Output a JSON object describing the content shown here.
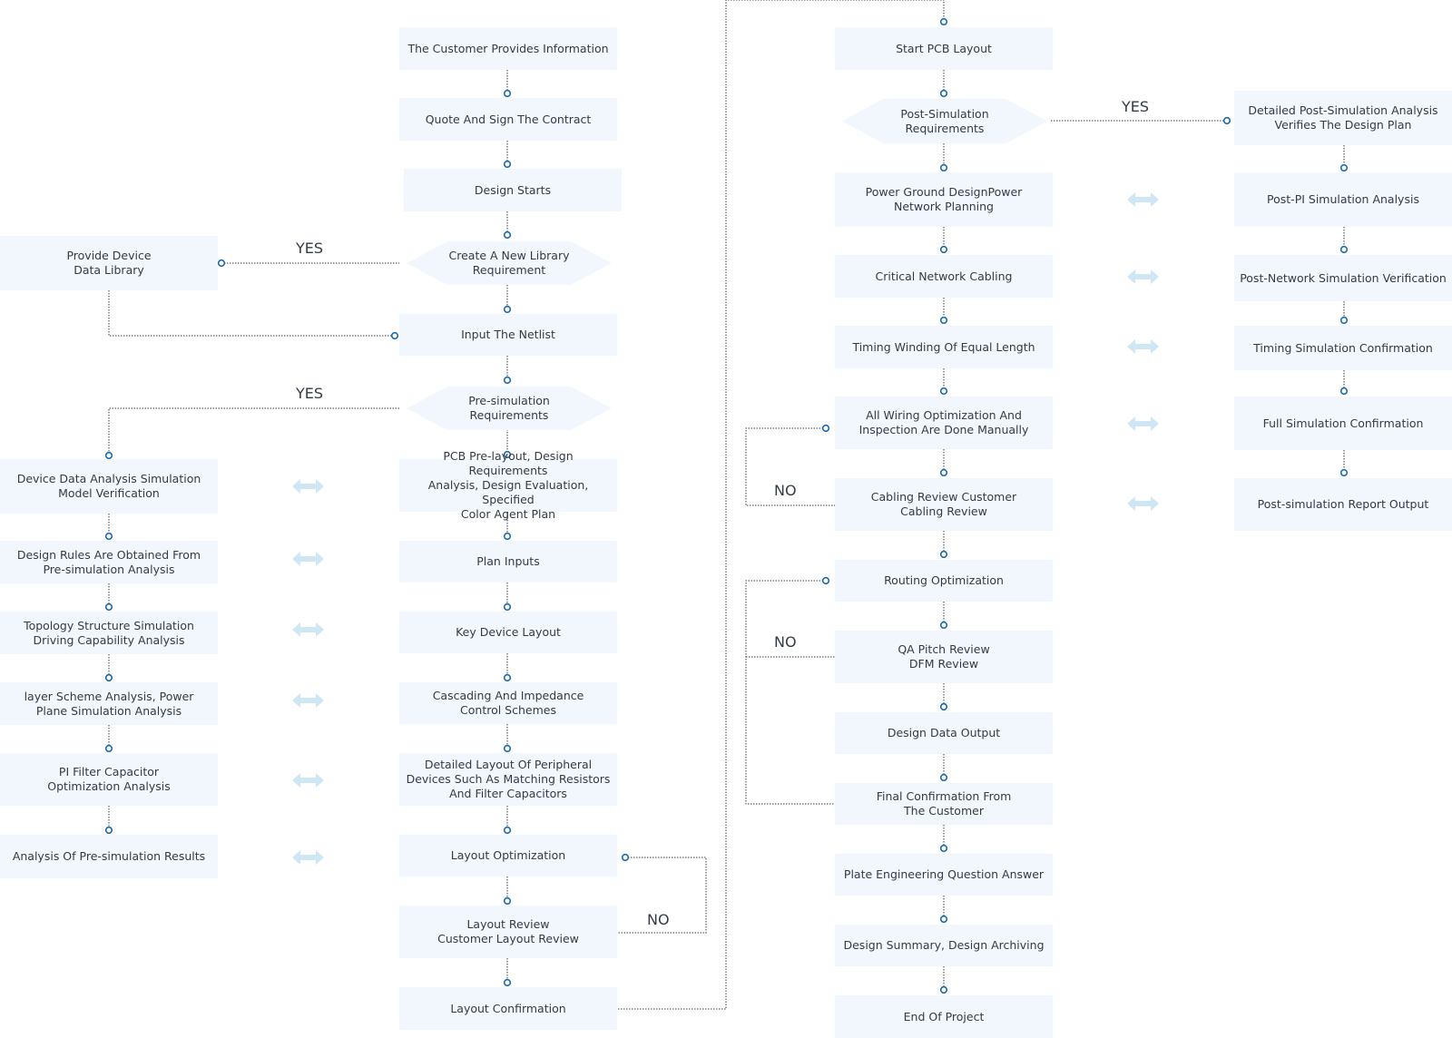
{
  "nodes": {
    "customer_info": "The Customer Provides Information",
    "quote": "Quote And Sign The Contract",
    "design_starts": "Design Starts",
    "new_library": "Create A New Library\nRequirement",
    "provide_library": "Provide Device\nData Library",
    "netlist": "Input The Netlist",
    "presim_req": "Pre-simulation\nRequirements",
    "prelayout": "PCB Pre-layout, Design Requirements\nAnalysis, Design Evaluation, Specified\nColor Agent Plan",
    "plan_inputs": "Plan Inputs",
    "key_device": "Key Device Layout",
    "cascading": "Cascading And Impedance\nControl Schemes",
    "peripheral": "Detailed Layout Of Peripheral\nDevices Such As Matching Resistors\nAnd Filter Capacitors",
    "layout_opt": "Layout Optimization",
    "layout_review": "Layout Review\nCustomer Layout Review",
    "layout_confirm": "Layout Confirmation",
    "device_data": "Device Data Analysis Simulation\nModel Verification",
    "design_rules": "Design Rules Are Obtained From\nPre-simulation Analysis",
    "topology": "Topology Structure Simulation\nDriving Capability Analysis",
    "layer_scheme": "layer Scheme Analysis, Power\nPlane Simulation Analysis",
    "pi_filter": "PI Filter Capacitor\nOptimization Analysis",
    "presim_results": "Analysis Of Pre-simulation Results",
    "start_pcb": "Start PCB Layout",
    "postsim_req": "Post-Simulation\nRequirements",
    "power_ground": "Power Ground DesignPower\nNetwork Planning",
    "critical_net": "Critical Network Cabling",
    "timing_winding": "Timing Winding Of Equal Length",
    "wiring_opt": "All Wiring Optimization And\nInspection Are Done Manually",
    "cabling_review": "Cabling Review Customer\nCabling Review",
    "routing_opt": "Routing Optimization",
    "qa_pitch": "QA Pitch Review\nDFM Review",
    "design_data": "Design Data Output",
    "final_confirm": "Final Confirmation From\nThe Customer",
    "plate_eng": "Plate Engineering Question Answer",
    "design_summary": "Design Summary, Design Archiving",
    "end_project": "End Of Project",
    "post_detailed": "Detailed Post-Simulation Analysis\nVerifies The Design Plan",
    "post_pi": "Post-PI Simulation Analysis",
    "post_network": "Post-Network Simulation Verification",
    "timing_sim": "Timing Simulation Confirmation",
    "full_sim": "Full Simulation Confirmation",
    "post_report": "Post-simulation Report Output"
  },
  "labels": {
    "yes_library": "YES",
    "yes_presim": "YES",
    "yes_postsim": "YES",
    "no_layout": "NO",
    "no_cabling": "NO",
    "no_qa": "NO"
  },
  "colors": {
    "box_fill": "#f2f7fd",
    "text": "#333b46",
    "connector": "#1c6aa8",
    "double_arrow": "#cfe6f5"
  },
  "icons": {
    "connector_dot": "hollow-circle",
    "bidirectional": "double-arrow"
  }
}
